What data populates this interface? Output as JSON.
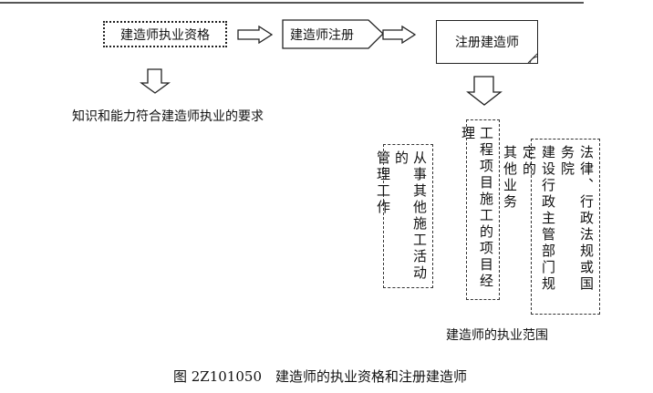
{
  "flow": {
    "qualification": "建造师执业资格",
    "registration": "建造师注册",
    "registered": "注册建造师",
    "requirement": "知识和能力符合建造师执业的要求"
  },
  "scope": {
    "title": "建造师的执业范围",
    "items": [
      {
        "lines": [
          "从事其他施工活动的",
          "管理工作"
        ]
      },
      {
        "lines": [
          "工程项目施工的项目经理"
        ]
      },
      {
        "lines": [
          "法律、行政法规或国务院",
          "建设行政主管部门规定的",
          "其他业务"
        ]
      }
    ]
  },
  "caption": "图 2Z101050　建造师的执业资格和注册建造师"
}
